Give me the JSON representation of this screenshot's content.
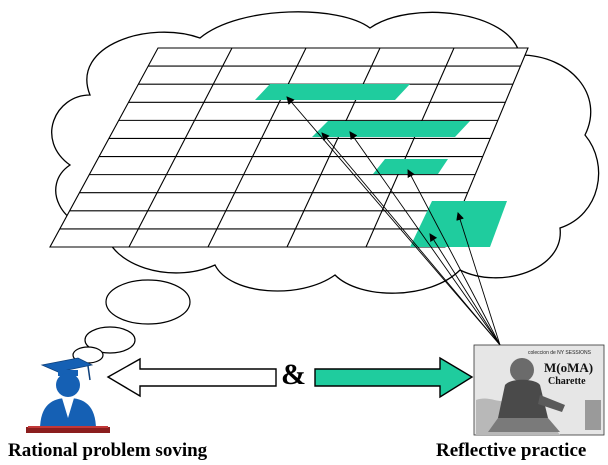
{
  "captions": {
    "left": "Rational problem soving",
    "right": "Reflective practice"
  },
  "connector": "&",
  "poster": {
    "small_text": "coleccion de NY SESSIONS",
    "title_line1": "M(oMA)",
    "title_line2": "Charette"
  },
  "colors": {
    "highlight": "#1FCC9E",
    "figure_blue": "#1560B4",
    "outline": "#000000"
  }
}
